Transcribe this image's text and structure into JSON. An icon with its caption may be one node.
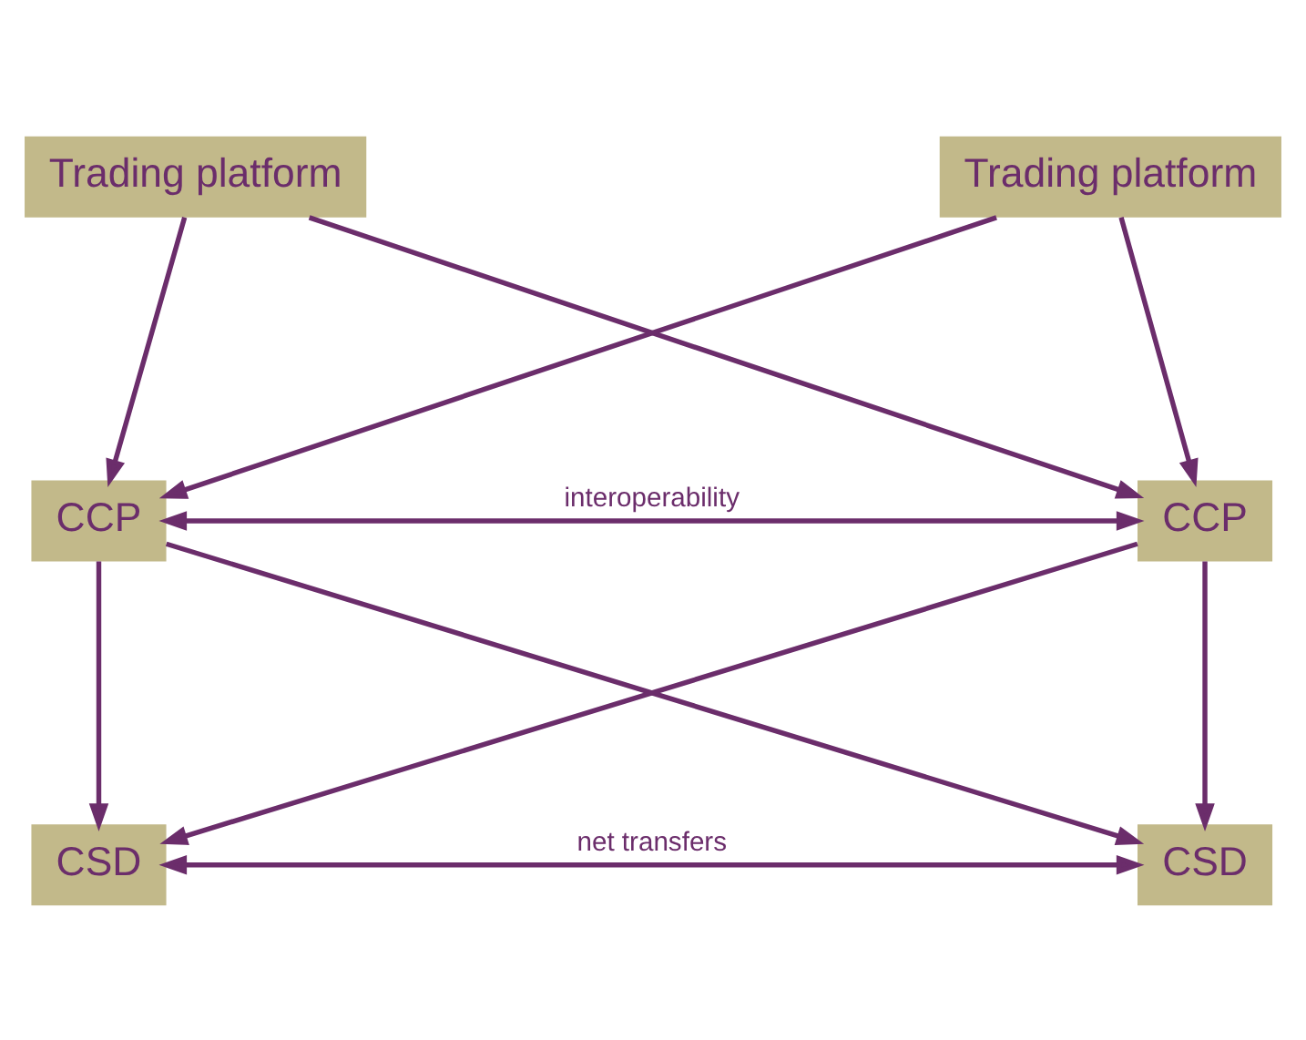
{
  "diagram": {
    "nodes": [
      {
        "text": [
          "Trading platform"
        ]
      },
      {
        "text": [
          "Trading platform"
        ]
      },
      {
        "text": [
          "CCP"
        ]
      },
      {
        "text": [
          "CCP"
        ]
      },
      {
        "text": [
          "CSD"
        ]
      },
      {
        "text": [
          "CSD"
        ]
      }
    ],
    "edges": [
      {
        "from": 0,
        "to": 2,
        "arrow": "to"
      },
      {
        "from": 0,
        "to": 3,
        "arrow": "to"
      },
      {
        "from": 1,
        "to": 2,
        "arrow": "to"
      },
      {
        "from": 1,
        "to": 3,
        "arrow": "to"
      },
      {
        "from": 2,
        "to": 3,
        "arrow": "both",
        "label": "interoperability"
      },
      {
        "from": 2,
        "to": 4,
        "arrow": "to"
      },
      {
        "from": 2,
        "to": 5,
        "arrow": "to"
      },
      {
        "from": 3,
        "to": 4,
        "arrow": "to"
      },
      {
        "from": 3,
        "to": 5,
        "arrow": "to"
      },
      {
        "from": 4,
        "to": 5,
        "arrow": "both",
        "label": "net transfers"
      }
    ]
  }
}
